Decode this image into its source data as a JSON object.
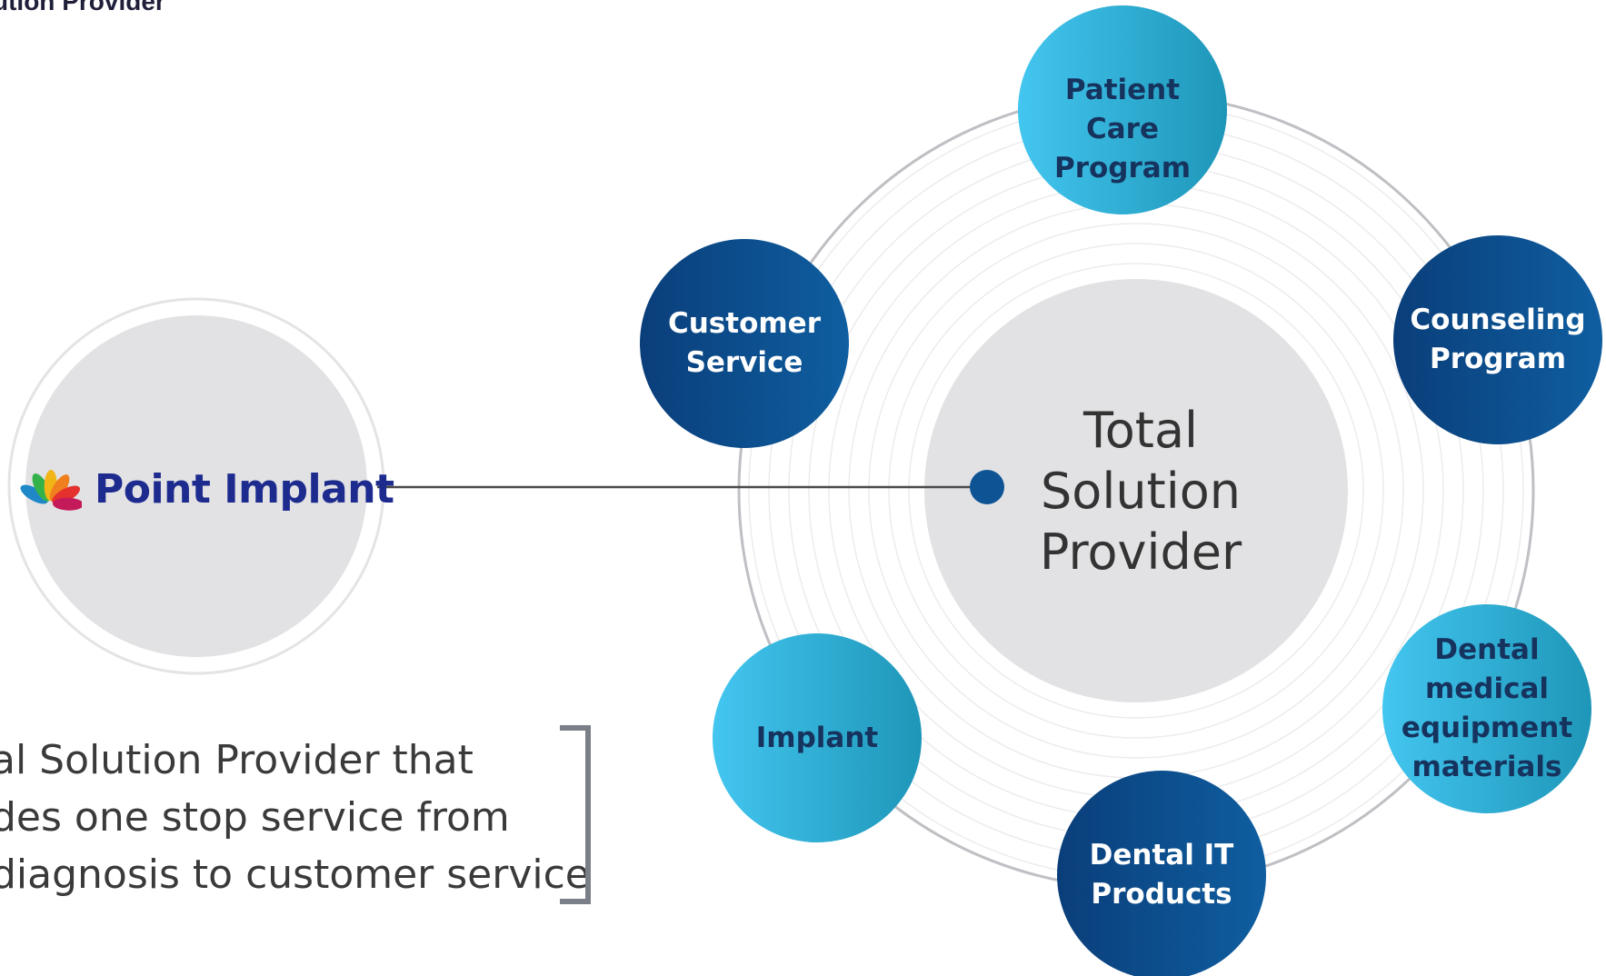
{
  "page": {
    "heading": "ution Provider",
    "brand_name": "Point Implant",
    "brand_petal_colors": [
      "#1e88c8",
      "#34b24a",
      "#f2b518",
      "#f07f1e",
      "#e5312e",
      "#c51a5a"
    ]
  },
  "diagram": {
    "center_label_lines": [
      "Total",
      "Solution",
      "Provider"
    ],
    "nodes": [
      {
        "id": "patient-care-program",
        "lines": [
          "Patient Care",
          "Program"
        ],
        "style": "light"
      },
      {
        "id": "counseling-program",
        "lines": [
          "Counseling",
          "Program"
        ],
        "style": "dark"
      },
      {
        "id": "dental-medical-equipment-materials",
        "lines": [
          "Dental",
          "medical",
          "equipment",
          "materials"
        ],
        "style": "light"
      },
      {
        "id": "dental-it-products",
        "lines": [
          "Dental IT",
          "Products"
        ],
        "style": "dark"
      },
      {
        "id": "implant",
        "lines": [
          "Implant"
        ],
        "style": "light"
      },
      {
        "id": "customer-service",
        "lines": [
          "Customer",
          "Service"
        ],
        "style": "dark"
      }
    ],
    "colors": {
      "light_from": "#43c6f0",
      "light_to": "#1e96b8",
      "dark_from": "#0a3e7a",
      "dark_to": "#0f5ea0",
      "center_fill": "#e2e2e4",
      "orbit": "#bfbfc4",
      "connector": "#4a4a4a",
      "dot": "#0e5494"
    }
  },
  "tagline": {
    "lines": [
      "al Solution Provider that",
      "des one stop service from",
      "diagnosis to customer service"
    ]
  }
}
